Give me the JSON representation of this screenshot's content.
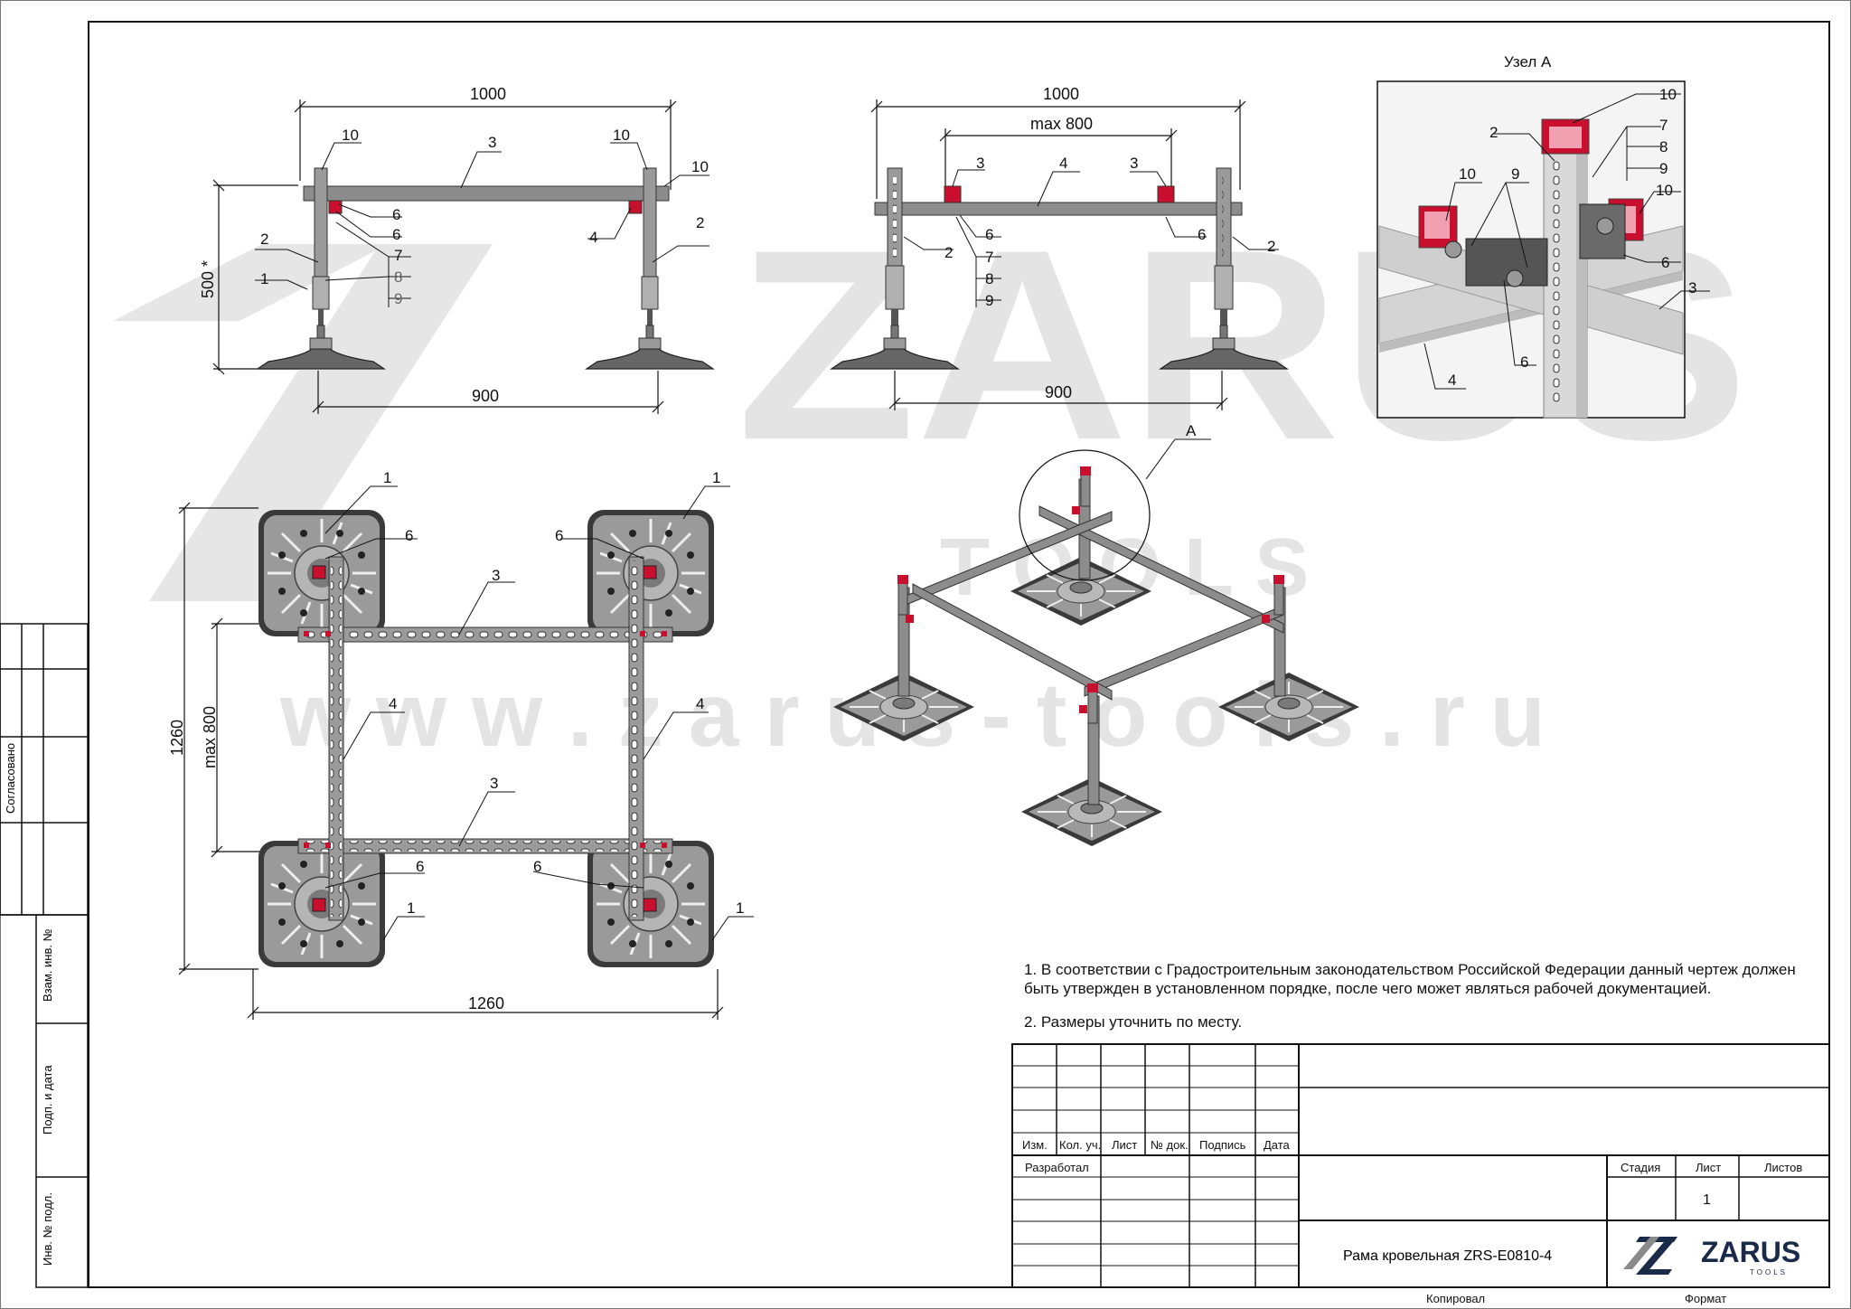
{
  "sheet": {
    "watermark_brand": "ZARUS",
    "watermark_sub": "T O O L S",
    "watermark_url": "w w w . z a r u s - t o o l s . r u",
    "detail_title": "Узел А",
    "detail_callout": "A"
  },
  "side_strip": {
    "agreed": "Согласовано",
    "swap_inv": "Взам. инв. №",
    "sign_date": "Подп. и дата",
    "inv_orig": "Инв. № подл."
  },
  "views": {
    "front": {
      "overall": "1000",
      "base": "900",
      "height": "500 *",
      "labels": [
        "10",
        "3",
        "10",
        "10",
        "6",
        "6",
        "4",
        "2",
        "2",
        "7",
        "8",
        "9",
        "1"
      ]
    },
    "side": {
      "overall": "1000",
      "inner": "max 800",
      "base": "900",
      "labels": [
        "3",
        "4",
        "3",
        "6",
        "7",
        "8",
        "9",
        "6",
        "2",
        "2"
      ]
    },
    "plan": {
      "width": "1260",
      "height": "1260",
      "inner": "max 800",
      "labels": [
        "1",
        "1",
        "6",
        "6",
        "3",
        "4",
        "4",
        "3",
        "6",
        "6",
        "1",
        "1"
      ]
    },
    "detail": {
      "labels": [
        "10",
        "2",
        "7",
        "8",
        "9",
        "10",
        "9",
        "10",
        "6",
        "3",
        "4",
        "6"
      ]
    }
  },
  "notes": [
    "1. В соответствии с Градостроительным законодательством Российской Федерации данный чертеж должен быть утвержден в установленном порядке, после чего может являться рабочей документацией.",
    "2. Размеры уточнить по месту."
  ],
  "title_block": {
    "col_headers": [
      "Изм.",
      "Кол. уч.",
      "Лист",
      "№ док.",
      "Подпись",
      "Дата"
    ],
    "developed": "Разработал",
    "title": "Рама кровельная ZRS-E0810-4",
    "stage": "Стадия",
    "sheet": "Лист",
    "sheets": "Листов",
    "sheet_no": "1",
    "copied": "Копировал",
    "format": "Формат",
    "logo_brand": "ZARUS",
    "logo_sub": "TOOLS"
  },
  "colors": {
    "frame": "#111111",
    "steel": "#8c8c8c",
    "steel_dark": "#4a4a4a",
    "cap_red": "#c8102e",
    "watermark": "#e4e4e4",
    "watermark_dark": "#d6d6d6"
  }
}
